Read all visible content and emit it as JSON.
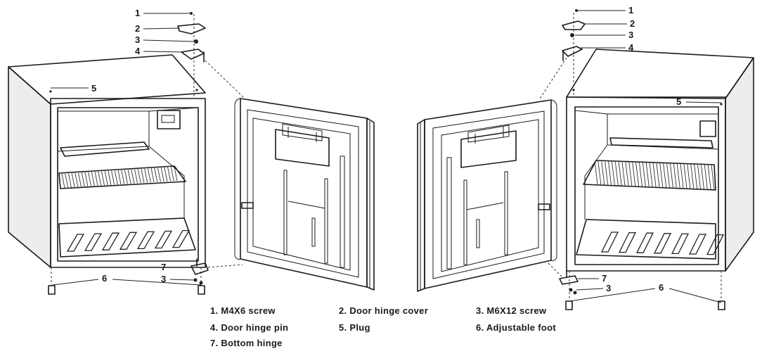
{
  "callouts": {
    "n1": "1",
    "n2": "2",
    "n3": "3",
    "n4": "4",
    "n5": "5",
    "n6": "6",
    "n7": "7"
  },
  "legend": {
    "item1": "1. M4X6 screw",
    "item2": "2. Door hinge cover",
    "item3": "3. M6X12 screw",
    "item4": "4. Door hinge pin",
    "item5": "5. Plug",
    "item6": "6. Adjustable foot",
    "item7": "7. Bottom hinge"
  }
}
